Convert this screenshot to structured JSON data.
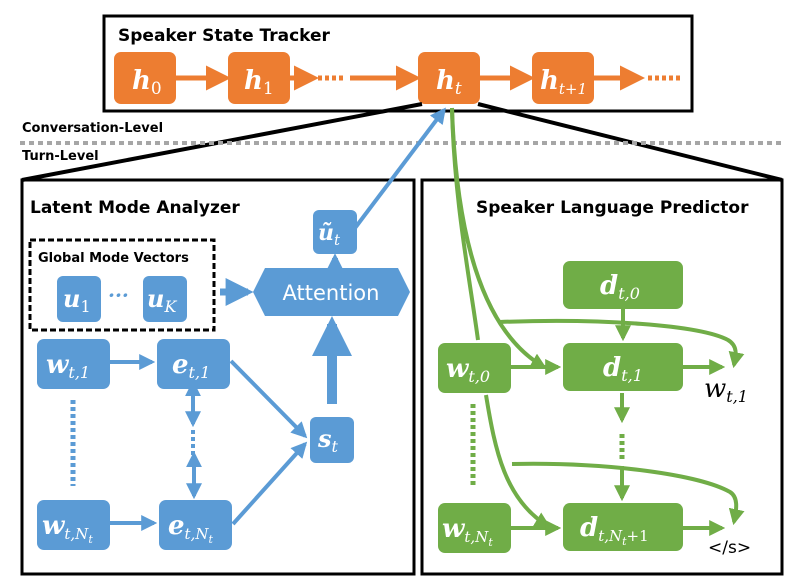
{
  "colors": {
    "orange": "#ED7D31",
    "blue": "#5B9BD5",
    "green": "#70AD47",
    "black": "#000000",
    "gray_divider": "#A6A6A6"
  },
  "speaker_state_tracker": {
    "title": "Speaker State Tracker",
    "nodes": [
      {
        "base": "h",
        "sub": "0"
      },
      {
        "base": "h",
        "sub": "1"
      },
      {
        "base": "h",
        "sub": "t"
      },
      {
        "base": "h",
        "sub": "t+1"
      }
    ],
    "ellipsis": "…"
  },
  "levels": {
    "upper": "Conversation-Level",
    "lower": "Turn-Level"
  },
  "latent_mode_analyzer": {
    "title": "Latent Mode Analyzer",
    "global_mode_vectors": {
      "label": "Global Mode Vectors",
      "nodes": [
        {
          "base": "u",
          "sub": "1"
        },
        {
          "base": "u",
          "sub": "K"
        }
      ],
      "ellipsis": "···"
    },
    "attention_label": "Attention",
    "u_tilde": {
      "base": "ũ",
      "sub": "t"
    },
    "word_nodes": [
      {
        "base": "w",
        "sub": "t,1"
      },
      {
        "base": "w",
        "sub": "t,N",
        "subsub": "t"
      }
    ],
    "embed_nodes": [
      {
        "base": "e",
        "sub": "t,1"
      },
      {
        "base": "e",
        "sub": "t,N",
        "subsub": "t"
      }
    ],
    "summary_node": {
      "base": "s",
      "sub": "t"
    }
  },
  "speaker_language_predictor": {
    "title": "Speaker Language Predictor",
    "input_nodes": [
      {
        "base": "w",
        "sub": "t,0"
      },
      {
        "base": "w",
        "sub": "t,N",
        "subsub": "t"
      }
    ],
    "decoder_nodes": [
      {
        "base": "d",
        "sub": "t,0"
      },
      {
        "base": "d",
        "sub": "t,1"
      },
      {
        "base": "d",
        "sub": "t,N",
        "subsub": "t",
        "suffix": "+1"
      }
    ],
    "outputs": [
      {
        "base": "w",
        "sub": "t,1"
      },
      {
        "text": "</s>"
      }
    ]
  }
}
